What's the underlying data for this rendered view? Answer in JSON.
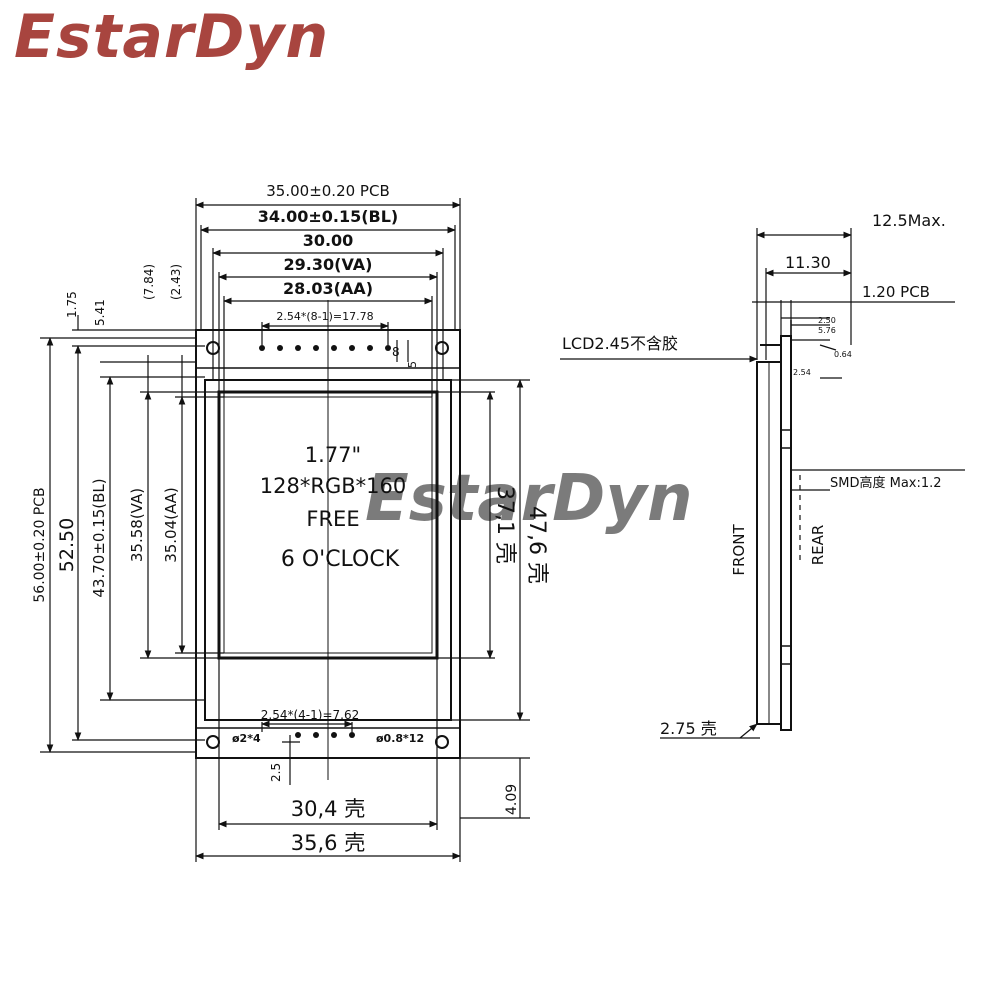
{
  "brand": {
    "logo_text": "EstarDyn",
    "watermark_text": "EstarDyn"
  },
  "front_view": {
    "pcb_width": "35.00±0.20 PCB",
    "bl_width": "34.00±0.15(BL)",
    "outline_width": "30.00",
    "va_width": "29.30(VA)",
    "aa_width": "28.03(AA)",
    "pin_pitch_top": "2.54*(8-1)=17.78",
    "dim_1_75": "1.75",
    "dim_5_41": "5.41",
    "dim_7_84": "(7.84)",
    "dim_2_43": "(2.43)",
    "dim_5": "5",
    "dim_8": "8",
    "pcb_height": "56.00±0.20 PCB",
    "outline_height": "52.50",
    "bl_height": "43.70±0.15(BL)",
    "va_height": "35.58(VA)",
    "aa_height": "35.04(AA)",
    "shell_height_inner": "37,1 壳",
    "shell_height_outer": "47,6 壳",
    "screen_lines": [
      "1.77\"",
      "128*RGB*160",
      "FREE",
      "6 O'CLOCK"
    ],
    "pin_pitch_bottom": "2.54*(4-1)=7.62",
    "hole_left": "ø2*4",
    "hole_right": "ø0.8*12",
    "dim_2_5": "2.5",
    "shell_width_inner": "30,4 壳",
    "shell_width_outer": "35,6 壳",
    "dim_4_09": "4.09"
  },
  "side_view": {
    "max_thickness": "12.5Max.",
    "dim_11_30": "11.30",
    "pcb_thickness": "1.20 PCB",
    "lcd_label": "LCD2.45不含胶",
    "pin_2_50": "2.50",
    "pin_5_76": "5.76",
    "pin_0_64": "0.64",
    "pin_2_54": "2.54",
    "smd_height": "SMD高度 Max:1.2",
    "front_label": "FRONT",
    "rear_label": "REAR",
    "shell_2_75": "2.75 壳"
  },
  "colors": {
    "logo": "#a8453f",
    "line": "#111111",
    "watermark": "#d9a8a4"
  }
}
